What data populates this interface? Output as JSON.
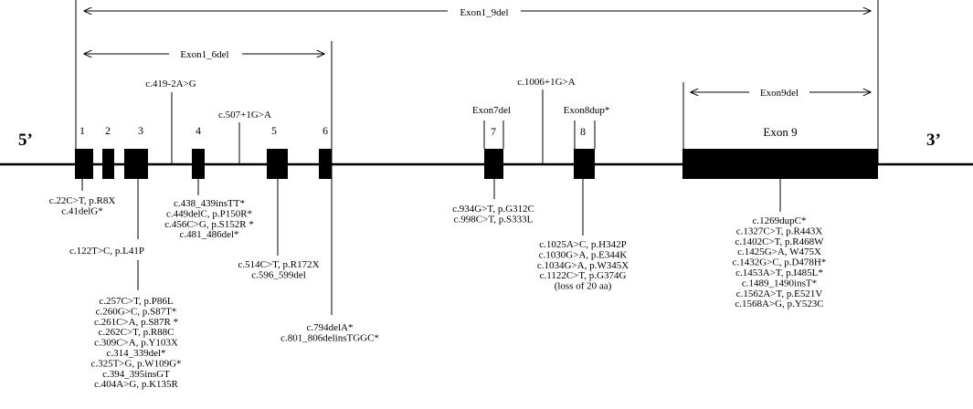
{
  "gene": {
    "five_prime": "5’",
    "three_prime": "3’",
    "exons": [
      "1",
      "2",
      "3",
      "4",
      "5",
      "6",
      "7",
      "8"
    ],
    "exon9": "Exon 9"
  },
  "deletions": {
    "exon1_9": "Exon1_9del",
    "exon1_6": "Exon1_6del",
    "exon9": "Exon9del"
  },
  "structural": {
    "exon7del": "Exon7del",
    "exon8dup": "Exon8dup*"
  },
  "splice_variants": {
    "c419": "c.419-2A>G",
    "c507": "c.507+1G>A",
    "c1006": "c.1006+1G>A"
  },
  "variant_groups": {
    "g_exon1": [
      "c.22C>T, p.R8X",
      "c.41delG*"
    ],
    "g_exon3_upper": [
      "c.122T>C, p.L41P"
    ],
    "g_exon3_lower": [
      "c.257C>T, p.P86L",
      "c.260G>C, p.S87T*",
      "c.261C>A, p.S87R *",
      "c.262C>T, p.R88C",
      "c.309C>A, p.Y103X",
      "c.314_339del*",
      "c.325T>G, p.W109G*",
      "c.394_395insGT",
      "c.404A>G, p.K135R"
    ],
    "g_exon4": [
      "c.438_439insTT*",
      "c.449delC, p.P150R*",
      "c.456C>G, p.S152R *",
      "c.481_486del*"
    ],
    "g_exon5": [
      "c.514C>T, p.R172X",
      "c.596_599del"
    ],
    "g_exon6": [
      "c.794delA*",
      "c.801_806delinsTGGC*"
    ],
    "g_exon7": [
      "c.934G>T, p.G312C",
      "c.998C>T, p.S333L"
    ],
    "g_exon8": [
      "c.1025A>C, p.H342P",
      "c.1030G>A, p.E344K",
      "c.1034G>A, p.W345X",
      "c.1122C>T, p.G374G",
      "(loss of 20 aa)"
    ],
    "g_exon9": [
      "c.1269dupC*",
      "c.1327C>T, p.R443X",
      "c.1402C>T, p.R468W",
      "c.1425G>A, W475X",
      "c.1432G>C, p.D478H*",
      "c.1453A>T, p.I485L*",
      "c.1489_1490insT*",
      "c.1562A>T, p.E521V",
      "c.1568A>G, p.Y523C"
    ]
  }
}
